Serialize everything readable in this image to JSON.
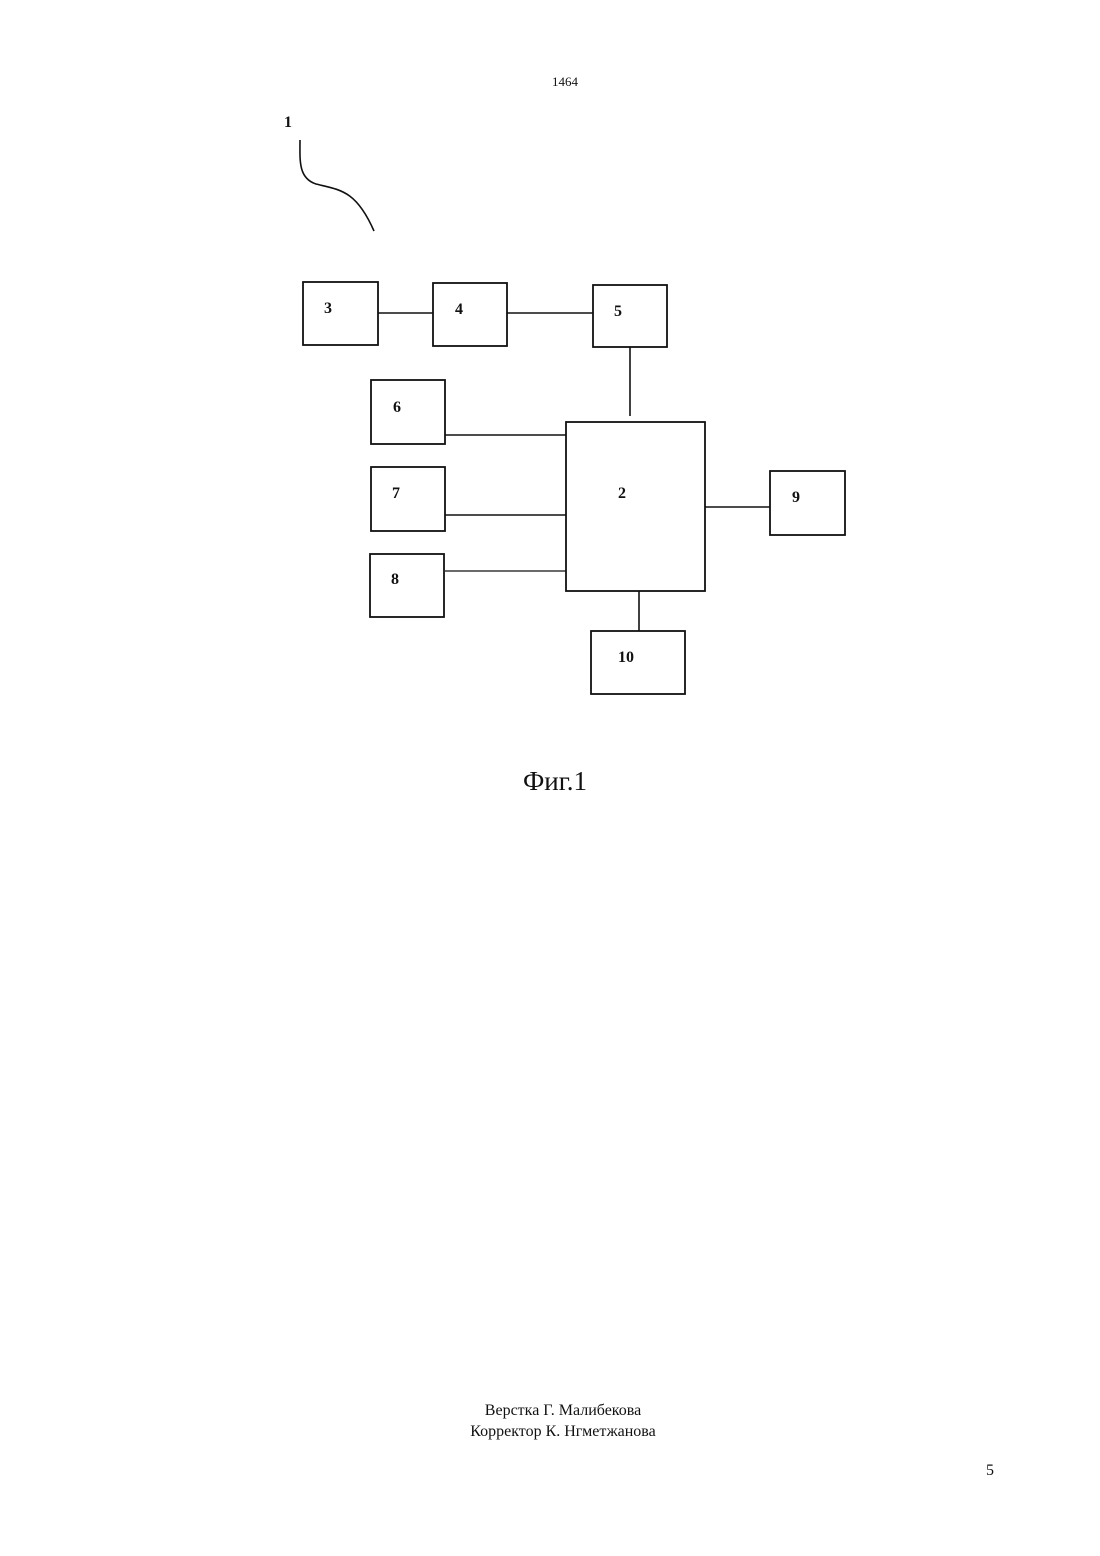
{
  "header": {
    "doc_number": "1464"
  },
  "diagram": {
    "pointer_label": "1",
    "blocks": [
      {
        "id": "3",
        "label": "3"
      },
      {
        "id": "4",
        "label": "4"
      },
      {
        "id": "5",
        "label": "5"
      },
      {
        "id": "6",
        "label": "6"
      },
      {
        "id": "7",
        "label": "7"
      },
      {
        "id": "8",
        "label": "8"
      },
      {
        "id": "2",
        "label": "2"
      },
      {
        "id": "9",
        "label": "9"
      },
      {
        "id": "10",
        "label": "10"
      }
    ],
    "connections": [
      [
        "3",
        "4"
      ],
      [
        "4",
        "5"
      ],
      [
        "5",
        "2"
      ],
      [
        "6",
        "2"
      ],
      [
        "7",
        "2"
      ],
      [
        "8",
        "2"
      ],
      [
        "2",
        "9"
      ],
      [
        "2",
        "10"
      ]
    ],
    "caption": "Фиг.1"
  },
  "footer": {
    "layout_credit": "Верстка Г. Малибекова",
    "corrector_credit": "Корректор К. Нгметжанова",
    "page_number": "5"
  }
}
